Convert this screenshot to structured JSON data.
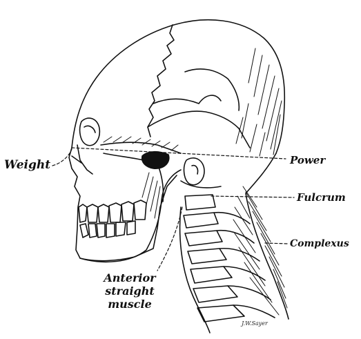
{
  "figure": {
    "labels": {
      "weight": "Weight",
      "power": "Power",
      "fulcrum": "Fulcrum",
      "complexus": "Complexus",
      "anterior_line1": "Anterior",
      "anterior_line2": "straight",
      "anterior_line3": "muscle"
    },
    "signature": "J.W.Sayer"
  },
  "colors": {
    "ink": "#111111",
    "paper": "#ffffff"
  }
}
